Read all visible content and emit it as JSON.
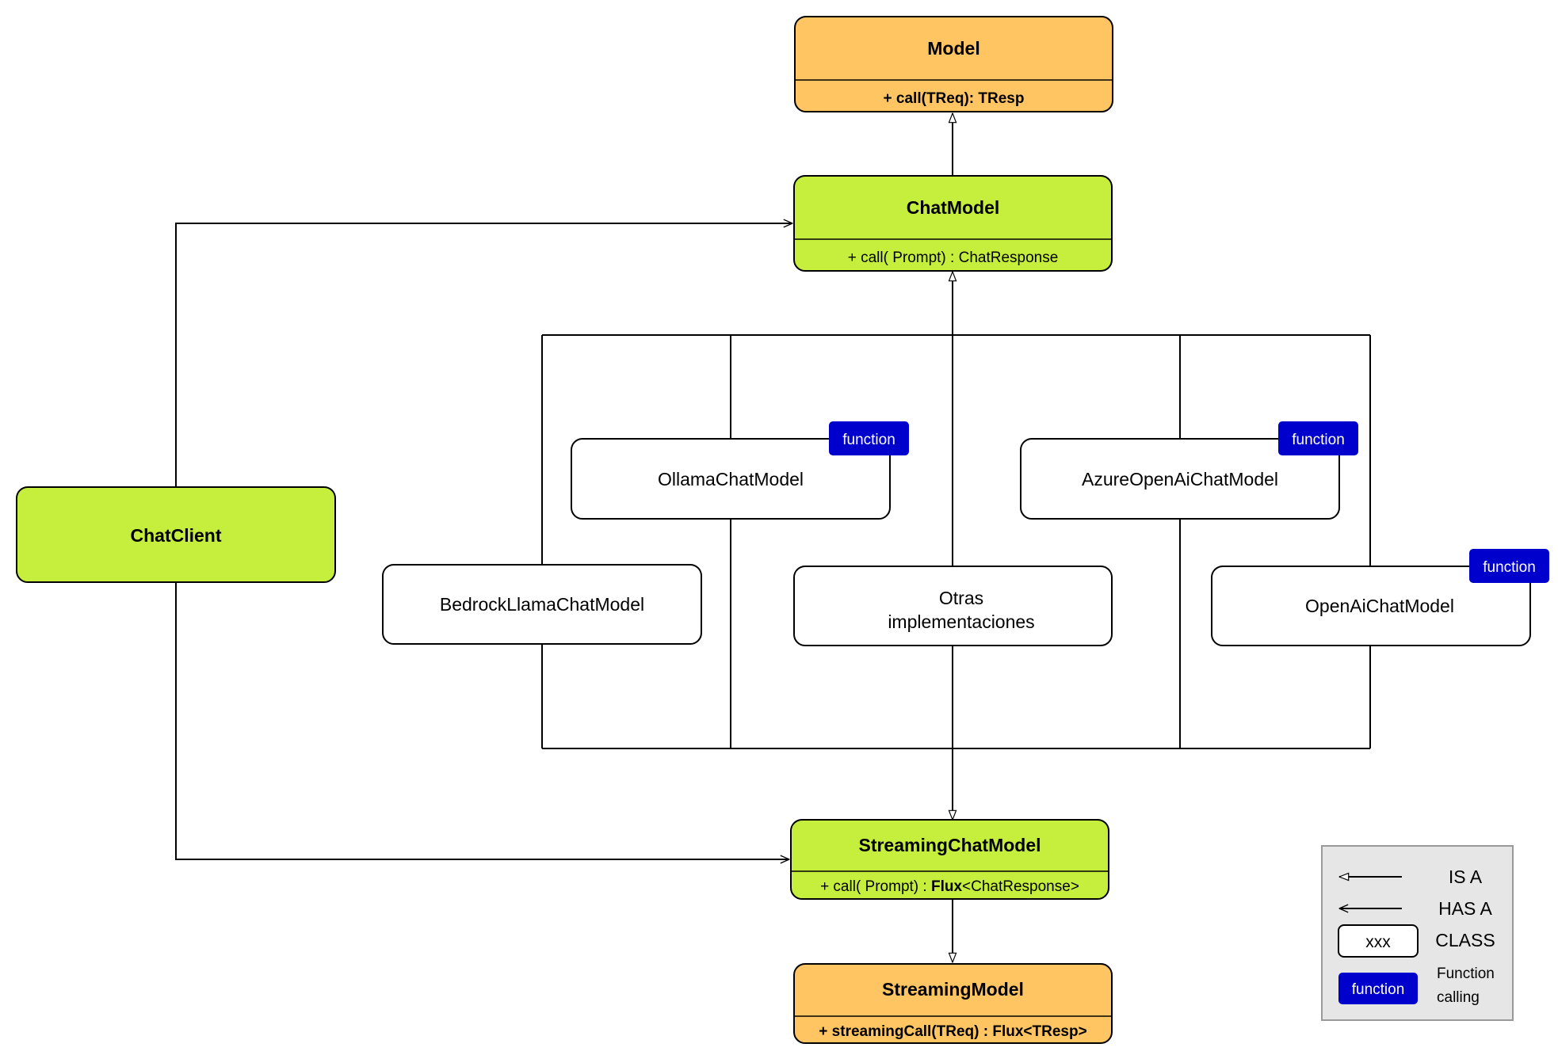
{
  "colors": {
    "orange": "#FFC562",
    "green": "#C6EF3D",
    "blue_badge": "#0000CC",
    "legend_bg": "#E6E6E6",
    "stroke": "#000000"
  },
  "model": {
    "title": "Model",
    "method": "+ call(TReq): TResp"
  },
  "chat_model": {
    "title": "ChatModel",
    "method": "+ call( Prompt) : ChatResponse"
  },
  "chat_client": {
    "title": "ChatClient"
  },
  "implementations": {
    "ollama": "OllamaChatModel",
    "azure": "AzureOpenAiChatModel",
    "bedrock": "BedrockLlamaChatModel",
    "others_line1": "Otras",
    "others_line2": "implementaciones",
    "openai": "OpenAiChatModel"
  },
  "badge_label": "function",
  "streaming_chat_model": {
    "title": "StreamingChatModel",
    "method_prefix": "+ call( Prompt) : ",
    "method_bold": "Flux",
    "method_suffix": "<ChatResponse>"
  },
  "streaming_model": {
    "title": "StreamingModel",
    "method": "+ streamingCall(TReq) : Flux<TResp>"
  },
  "legend": {
    "is_a": "IS A",
    "has_a": "HAS A",
    "class_sample": "xxx",
    "class_label": "CLASS",
    "function_sample": "function",
    "function_line1": "Function",
    "function_line2": "calling"
  }
}
